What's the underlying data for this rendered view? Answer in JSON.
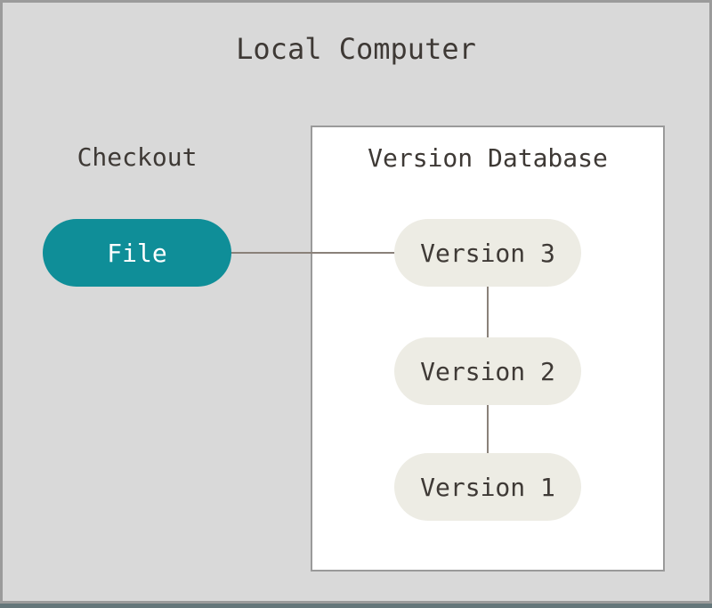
{
  "diagram": {
    "title": "Local Computer",
    "checkout": {
      "label": "Checkout"
    },
    "file_node": {
      "label": "File"
    },
    "version_database": {
      "title": "Version Database",
      "versions": [
        {
          "label": "Version 3"
        },
        {
          "label": "Version 2"
        },
        {
          "label": "Version 1"
        }
      ]
    },
    "connections": [
      {
        "from": "File",
        "to": "Version 3"
      },
      {
        "from": "Version 3",
        "to": "Version 2"
      },
      {
        "from": "Version 2",
        "to": "Version 1"
      }
    ]
  },
  "colors": {
    "canvas-bg": "#d9d9d9",
    "frame-border": "#9b9b9b",
    "frame-shadow": "#64767a",
    "box-bg": "#ffffff",
    "box-border": "#9a9a9a",
    "node-teal": "#0f8e98",
    "node-light": "#edece4",
    "node-text-dark": "#3f3a36",
    "node-text-light": "#ffffff",
    "connector": "#8a8179",
    "text": "#3e3935"
  }
}
